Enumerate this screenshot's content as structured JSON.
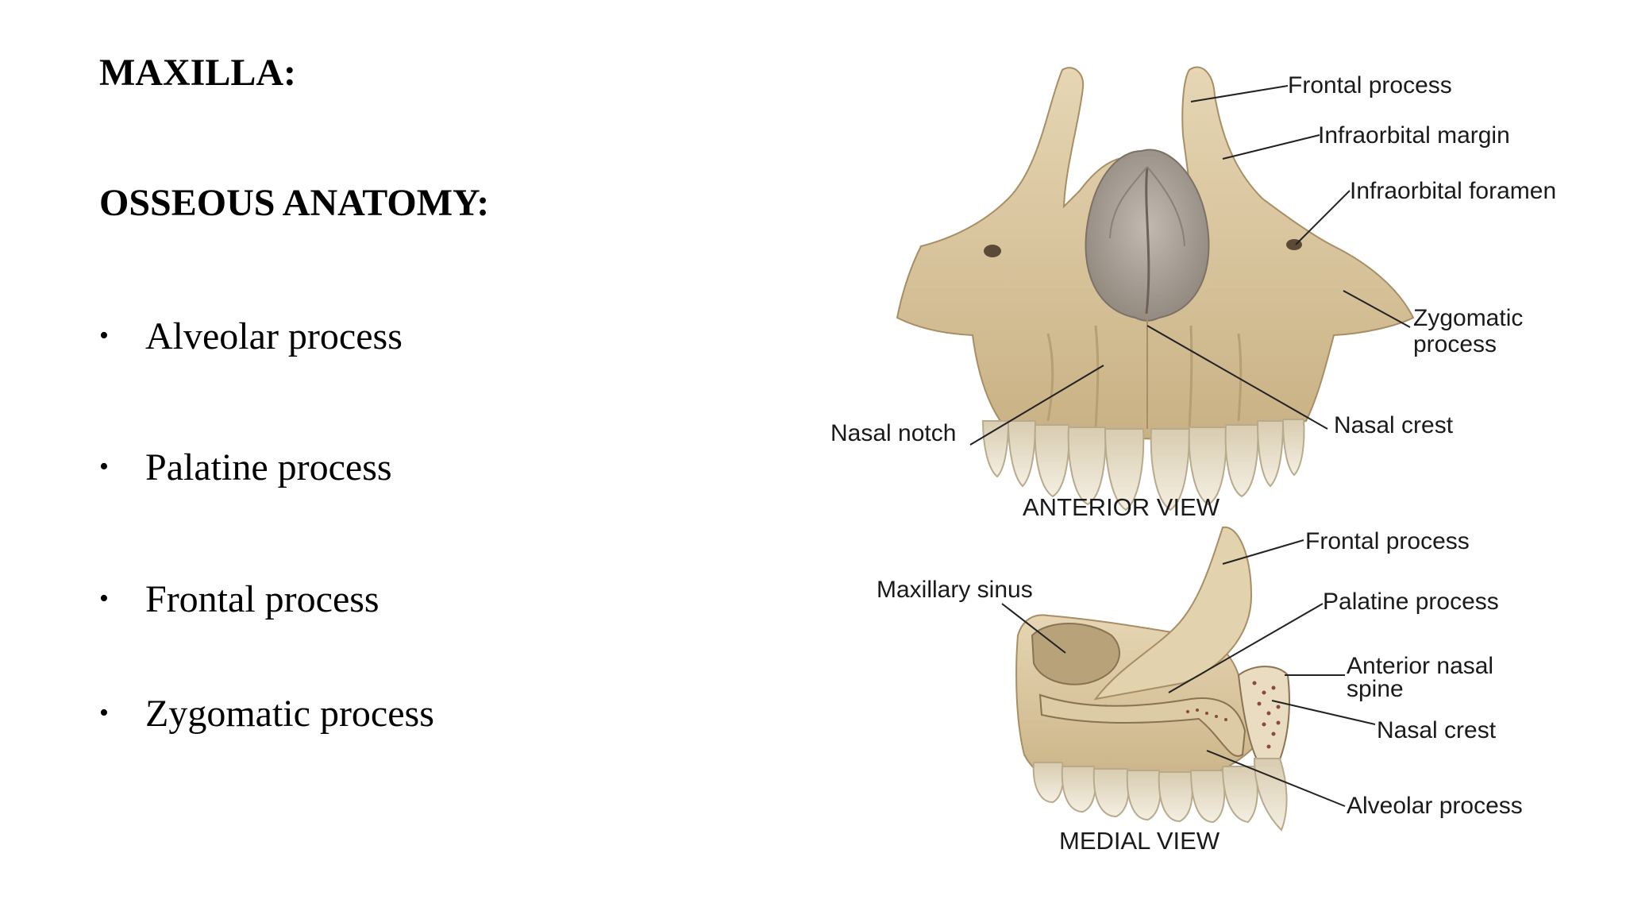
{
  "slide": {
    "title": "MAXILLA:",
    "subtitle": "OSSEOUS ANATOMY:",
    "bullet_symbol": "•",
    "bullets": [
      "Alveolar process",
      "Palatine process",
      "Frontal process",
      "Zygomatic process"
    ]
  },
  "figure": {
    "anterior": {
      "view_label": "ANTERIOR VIEW",
      "labels": {
        "frontal_process": "Frontal process",
        "infraorbital_margin": "Infraorbital margin",
        "infraorbital_foramen": "Infraorbital foramen",
        "zygomatic_process_1": "Zygomatic",
        "zygomatic_process_2": "process",
        "nasal_notch": "Nasal notch",
        "nasal_crest": "Nasal crest"
      }
    },
    "medial": {
      "view_label": "MEDIAL VIEW",
      "labels": {
        "frontal_process": "Frontal process",
        "maxillary_sinus": "Maxillary sinus",
        "palatine_process": "Palatine process",
        "anterior_nasal_spine_1": "Anterior nasal",
        "anterior_nasal_spine_2": "spine",
        "nasal_crest": "Nasal crest",
        "alveolar_process": "Alveolar process"
      }
    },
    "colors": {
      "bone": "#d9c6a0",
      "bone_shadow": "#b89f74",
      "tooth": "#efe8d6",
      "cavity": "#a99f95",
      "marrow": "#8a4a3c"
    }
  }
}
